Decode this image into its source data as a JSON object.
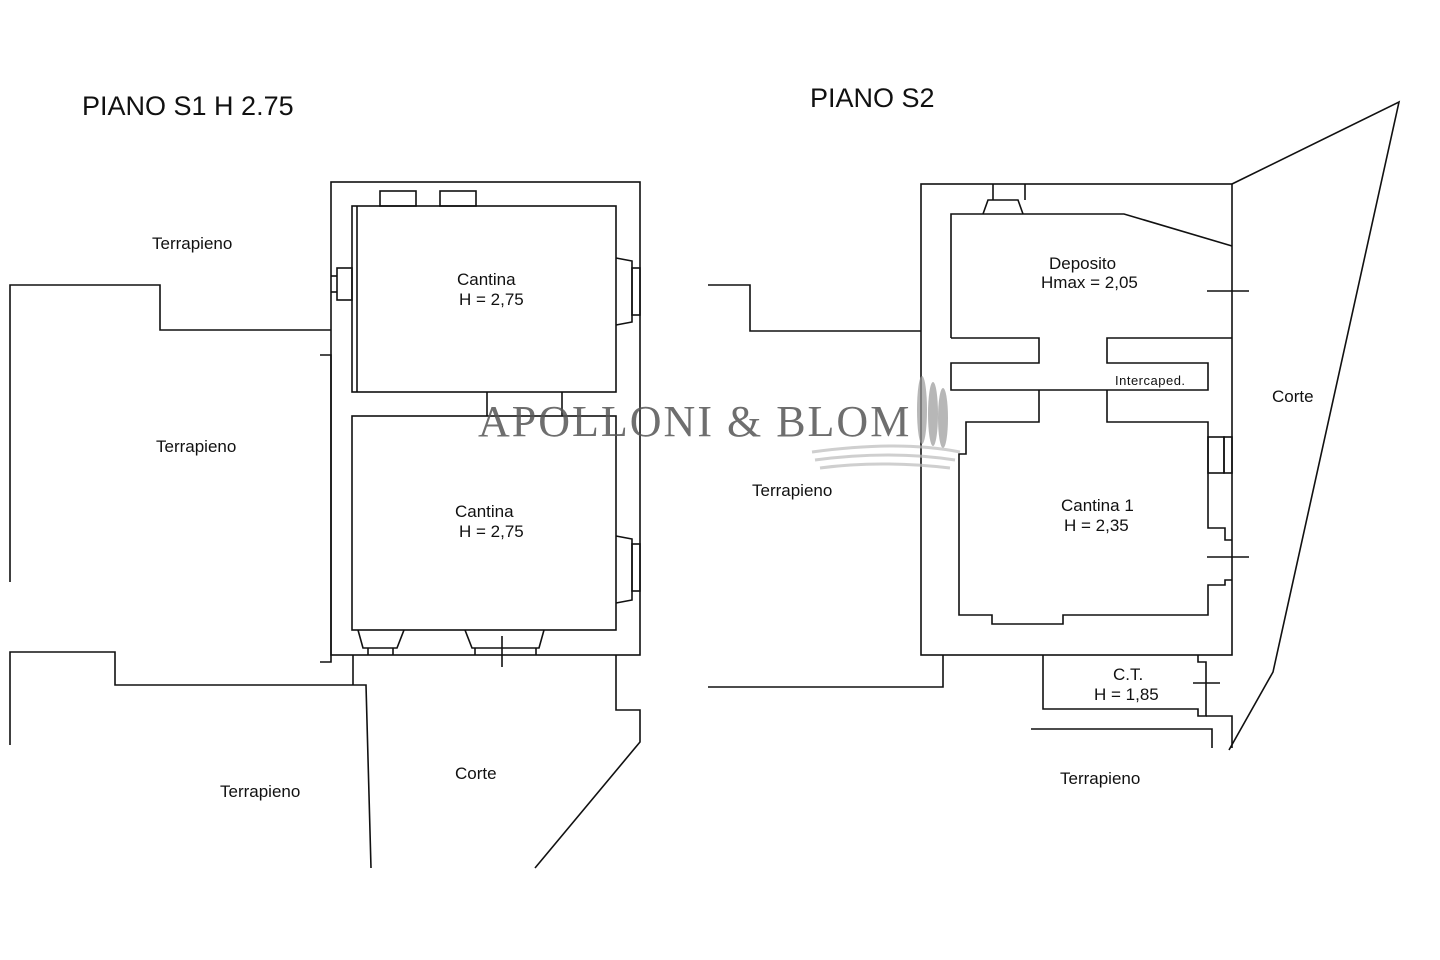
{
  "plans": [
    {
      "title": "PIANO S1 H 2.75",
      "labels": {
        "terrapieno_top": "Terrapieno",
        "terrapieno_mid": "Terrapieno",
        "terrapieno_bottom": "Terrapieno",
        "corte": "Corte"
      },
      "rooms": [
        {
          "name": "Cantina",
          "height": "H = 2,75"
        },
        {
          "name": "Cantina",
          "height": "H = 2,75"
        }
      ]
    },
    {
      "title": "PIANO S2",
      "labels": {
        "terrapieno_left": "Terrapieno",
        "terrapieno_bottom": "Terrapieno",
        "corte": "Corte",
        "intercapedine": "Intercaped."
      },
      "rooms": [
        {
          "name": "Deposito",
          "height": "Hmax = 2,05"
        },
        {
          "name": "Cantina 1",
          "height": "H = 2,35"
        },
        {
          "name": "C.T.",
          "height": "H = 1,85"
        }
      ]
    }
  ],
  "watermark": {
    "text": "APOLLONI & BLOM",
    "color": "#555555"
  }
}
